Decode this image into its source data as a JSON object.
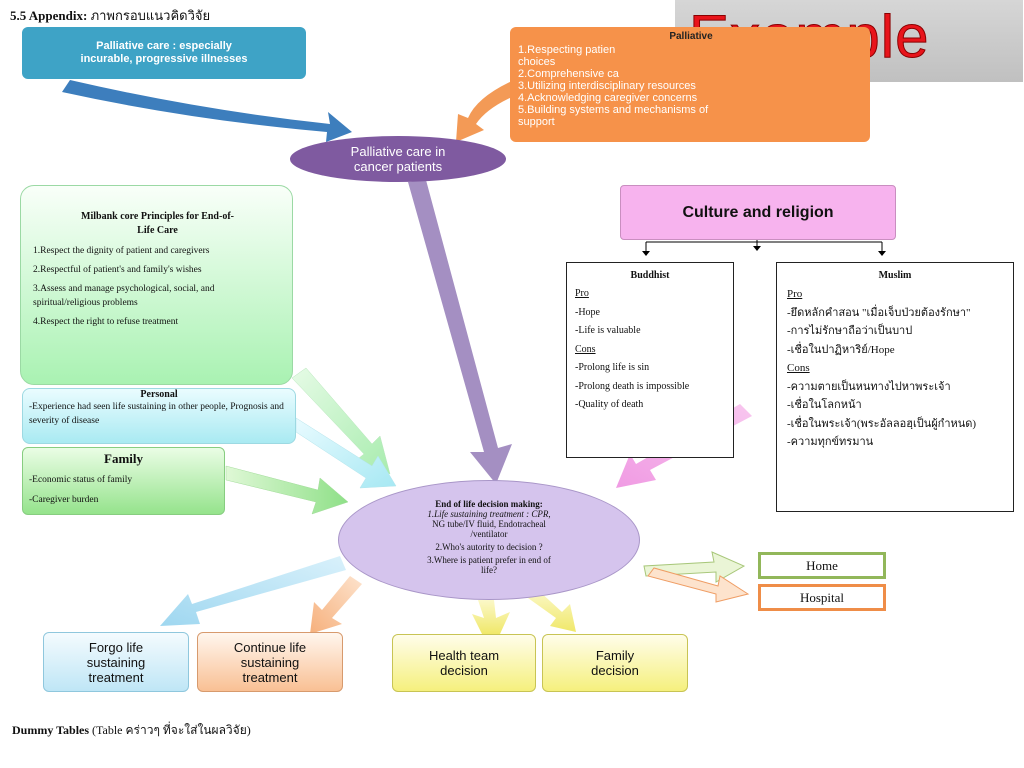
{
  "heading": {
    "number": "5.5 Appendix:",
    "text": "ภาพกรอบแนวคิดวิจัย"
  },
  "example_label": "Example",
  "palliative_blue": {
    "line1": "Palliative care : especially",
    "line2": "incurable, progressive illnesses"
  },
  "palliative_orange": {
    "title": "Palliative",
    "items": [
      "1.Respecting patien",
      "choices",
      "2.Comprehensive ca",
      "3.Utilizing  interdisciplinary resources",
      "4.Acknowledging caregiver concerns",
      "5.Building systems and mechanisms of",
      "support"
    ]
  },
  "center_oval": {
    "line1": "Palliative care in",
    "line2": "cancer patients"
  },
  "milbank": {
    "title_line1": "Milbank core Principles for End-of-",
    "title_line2": "Life Care",
    "items": [
      "1.Respect the dignity of patient and caregivers",
      "2.Respectful of patient's and family's wishes",
      "3.Assess and manage psychological, social, and spiritual/religious problems",
      "4.Respect the right to refuse treatment"
    ]
  },
  "personal": {
    "title": "Personal",
    "text": "-Experience had seen life sustaining in other people, Prognosis and severity of disease"
  },
  "family": {
    "title": "Family",
    "items": [
      "-Economic status of family",
      "-Caregiver burden"
    ]
  },
  "culture": "Culture and religion",
  "buddhist": {
    "title": "Buddhist",
    "pro_label": "Pro",
    "pros": [
      "-Hope",
      "-Life is valuable"
    ],
    "cons_label": "Cons",
    "cons": [
      "-Prolong life is sin",
      "-Prolong death  is impossible",
      "-Quality of death"
    ]
  },
  "muslim": {
    "title": "Muslim",
    "pro_label": "Pro",
    "pros": [
      "-ยึดหลักคำสอน \"เมื่อเจ็บป่วยต้องรักษา\"",
      "-การไม่รักษาถือว่าเป็นบาป",
      "-เชื่อในปาฏิหาริย์/Hope"
    ],
    "cons_label": "Cons",
    "cons": [
      "-ความตายเป็นหนทางไปหาพระเจ้า",
      "-เชื่อในโลกหน้า",
      "-เชื่อในพระเจ้า(พระอัลลอฮฺเป็นผู้กำหนด)",
      "-ความทุกข์ทรมาน"
    ]
  },
  "decision": {
    "title": "End of life decision making:",
    "line1": "1.Life sustaining treatment :  CPR,",
    "line2": "NG tube/IV fluid, Endotracheal",
    "line3": "/ventilator",
    "line4": "2.Who's autority to decision ?",
    "line5": "3.Where is  patient prefer in end of",
    "line6": "life?"
  },
  "places": {
    "home": "Home",
    "hospital": "Hospital"
  },
  "outcomes": {
    "forgo": [
      "Forgo life",
      "sustaining",
      "treatment"
    ],
    "continue": [
      "Continue life",
      "sustaining",
      "treatment"
    ],
    "health_team": [
      "Health team",
      "decision"
    ],
    "family_decision": [
      "Family",
      "decision"
    ]
  },
  "footer": {
    "bold": "Dummy Tables",
    "text": " (Table คร่าวๆ ที่จะใส่ในผลวิจัย)"
  },
  "colors": {
    "purple_arrow": "#a48fc2",
    "blue_arrow": "#3d7ebd",
    "example_red": "#e8141b",
    "orange_box": "#f6924a",
    "blue_box": "#3ea3c6"
  }
}
